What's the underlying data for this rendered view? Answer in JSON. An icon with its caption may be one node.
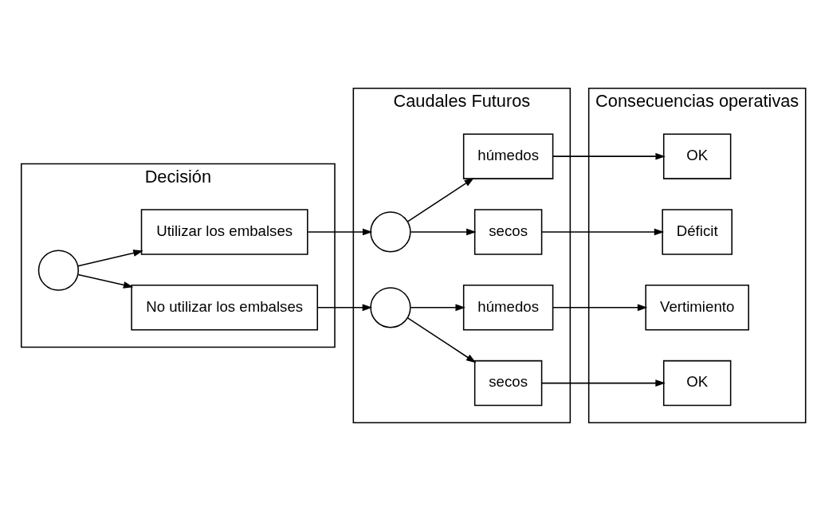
{
  "diagram": {
    "nodes": [
      {
        "text": [
          "Decisión"
        ]
      },
      {
        "text": [],
        "shape": "circle",
        "in": 0
      },
      {
        "text": [
          "Utilizar los embalses"
        ],
        "in": 0
      },
      {
        "text": [
          "No utilizar los embalses"
        ],
        "in": 0
      },
      {
        "text": [
          "Caudales Futuros"
        ]
      },
      {
        "text": [],
        "shape": "circle",
        "in": 4
      },
      {
        "text": [
          "húmedos"
        ],
        "in": 4
      },
      {
        "text": [
          "secos"
        ],
        "in": 4
      },
      {
        "text": [],
        "shape": "circle",
        "in": 4
      },
      {
        "text": [
          "húmedos"
        ],
        "in": 4
      },
      {
        "text": [
          "secos"
        ],
        "in": 4
      },
      {
        "text": [
          "Consecuencias operativas"
        ]
      },
      {
        "text": [
          "OK"
        ],
        "in": 11
      },
      {
        "text": [
          "Déficit"
        ],
        "in": 11
      },
      {
        "text": [
          "Vertimiento"
        ],
        "in": 11
      },
      {
        "text": [
          "OK"
        ],
        "in": 11
      }
    ],
    "edges": [
      {
        "from": 1,
        "to": 2,
        "arrow": "to"
      },
      {
        "from": 1,
        "to": 3,
        "arrow": "to"
      },
      {
        "from": 2,
        "to": 5,
        "arrow": "to"
      },
      {
        "from": 3,
        "to": 8,
        "arrow": "to"
      },
      {
        "from": 5,
        "to": 6,
        "arrow": "to"
      },
      {
        "from": 5,
        "to": 7,
        "arrow": "to"
      },
      {
        "from": 8,
        "to": 9,
        "arrow": "to"
      },
      {
        "from": 8,
        "to": 10,
        "arrow": "to"
      },
      {
        "from": 6,
        "to": 12,
        "arrow": "to"
      },
      {
        "from": 7,
        "to": 13,
        "arrow": "to"
      },
      {
        "from": 9,
        "to": 14,
        "arrow": "to"
      },
      {
        "from": 10,
        "to": 15,
        "arrow": "to"
      }
    ]
  }
}
